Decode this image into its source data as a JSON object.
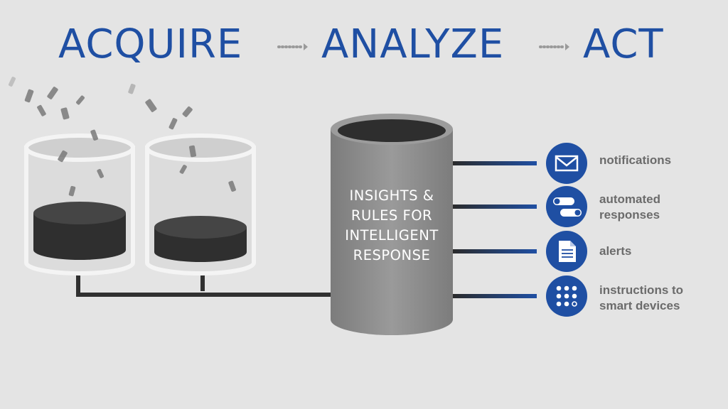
{
  "stages": {
    "acquire": "ACQUIRE",
    "analyze": "ANALYZE",
    "act": "ACT"
  },
  "center": {
    "lines": [
      "INSIGHTS &",
      "RULES FOR",
      "INTELLIGENT",
      "RESPONSE"
    ]
  },
  "outputs": [
    {
      "icon": "envelope-icon",
      "lines": [
        "notifications"
      ]
    },
    {
      "icon": "toggle-switch-icon",
      "lines": [
        "automated",
        "responses"
      ]
    },
    {
      "icon": "document-icon",
      "lines": [
        "alerts"
      ]
    },
    {
      "icon": "dot-grid-icon",
      "lines": [
        "instructions to",
        "smart devices"
      ]
    }
  ],
  "colors": {
    "accent": "#1f4fa3",
    "background": "#e4e4e4",
    "cylinder": "#8e8e8e",
    "liquid": "#3a3a3a",
    "label": "#6b6b6b"
  }
}
